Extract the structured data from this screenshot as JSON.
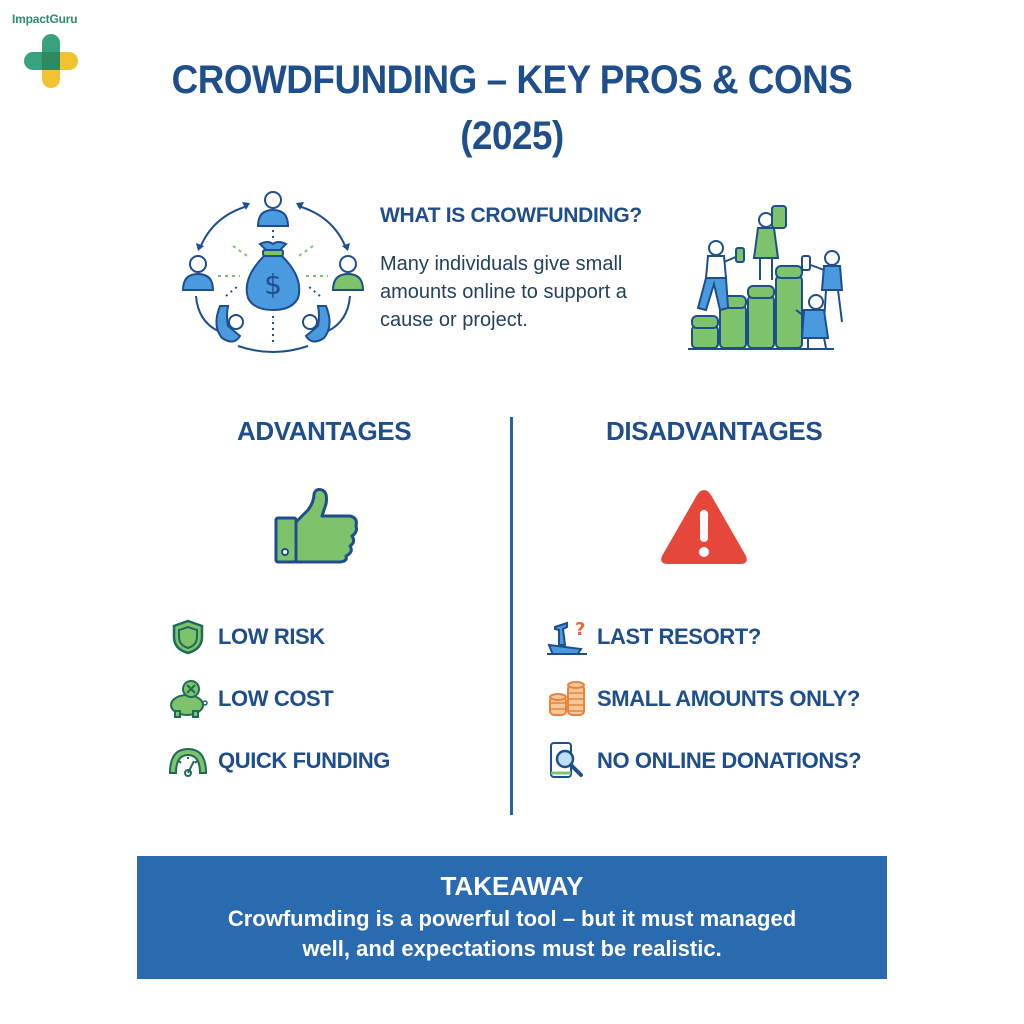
{
  "brand": {
    "logo_text": "ImpactGuru",
    "colors": {
      "green": "#3aa17e",
      "yellow": "#f2c230",
      "primary": "#1f4e8c",
      "accent_blue": "#2a6aaf",
      "warning_red": "#e5473a",
      "icon_green": "#7cc36b",
      "coin_orange": "#f0a15a"
    }
  },
  "header": {
    "title_line1": "CROWDFUNDING – KEY PROS & CONS",
    "title_line2": "(2025)"
  },
  "intro": {
    "heading": "WHAT IS CROWFUNDING?",
    "body": "Many individuals give small amounts online to support a cause or project.",
    "left_icon": "money-bag-network-icon",
    "right_icon": "people-stacking-coins-icon"
  },
  "advantages": {
    "heading": "ADVANTAGES",
    "icon": "thumbs-up-icon",
    "items": [
      {
        "label": "LOW RISK",
        "icon": "shield-icon"
      },
      {
        "label": "LOW COST",
        "icon": "piggy-bank-icon"
      },
      {
        "label": "QUICK FUNDING",
        "icon": "speedometer-icon"
      }
    ]
  },
  "disadvantages": {
    "heading": "DISADVANTAGES",
    "icon": "warning-triangle-icon",
    "items": [
      {
        "label": "LAST RESORT?",
        "icon": "sinking-ship-question-icon"
      },
      {
        "label": "SMALL AMOUNTS ONLY?",
        "icon": "coin-stacks-icon"
      },
      {
        "label": "NO ONLINE DONATIONS?",
        "icon": "phone-search-icon"
      }
    ]
  },
  "takeaway": {
    "title": "TAKEAWAY",
    "line1": "Crowfumding is a powerful tool – but it must managed",
    "line2": "well, and expectations must be realistic."
  }
}
